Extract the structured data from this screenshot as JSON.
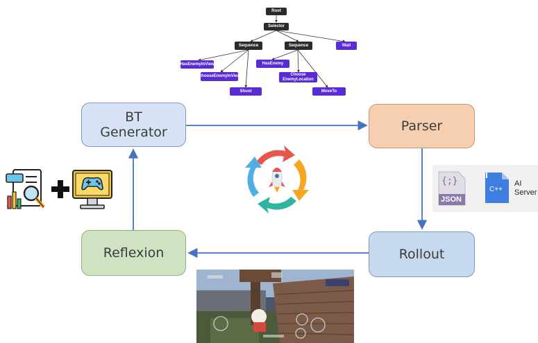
{
  "tree": {
    "root": "Root",
    "selector": "Selector",
    "sequence_left": "Sequence",
    "sequence_right": "Sequence",
    "wait": "Wait",
    "has_enemy_in_view": "HasEnemyInView",
    "choose_enemy_in_view": "ChooseEnemyInView",
    "shoot": "Shoot",
    "has_enemy": "HasEnemy",
    "choose_enemy_location": "Choose EnemyLocation",
    "move_to": "MoveTo"
  },
  "blocks": {
    "generator": "BT Generator",
    "parser": "Parser",
    "rollout": "Rollout",
    "reflexion": "Reflexion"
  },
  "panel": {
    "json_label": "JSON",
    "json_braces": "{;}",
    "cpp_label": "C++",
    "ai_server": "AI Server"
  },
  "colors": {
    "tree_dark": "#2b2b2b",
    "tree_leaf": "#5b2bd6",
    "arrow": "#4472c4",
    "generator": "#d7e3f4",
    "parser": "#f6cfb0",
    "rollout": "#c6d9ef",
    "reflexion": "#cfe3c2"
  },
  "icons": [
    "report-analysis-icon",
    "plus-icon",
    "game-monitor-icon",
    "cycle-rocket-icon",
    "json-file-icon",
    "cpp-file-icon",
    "game-screenshot"
  ]
}
